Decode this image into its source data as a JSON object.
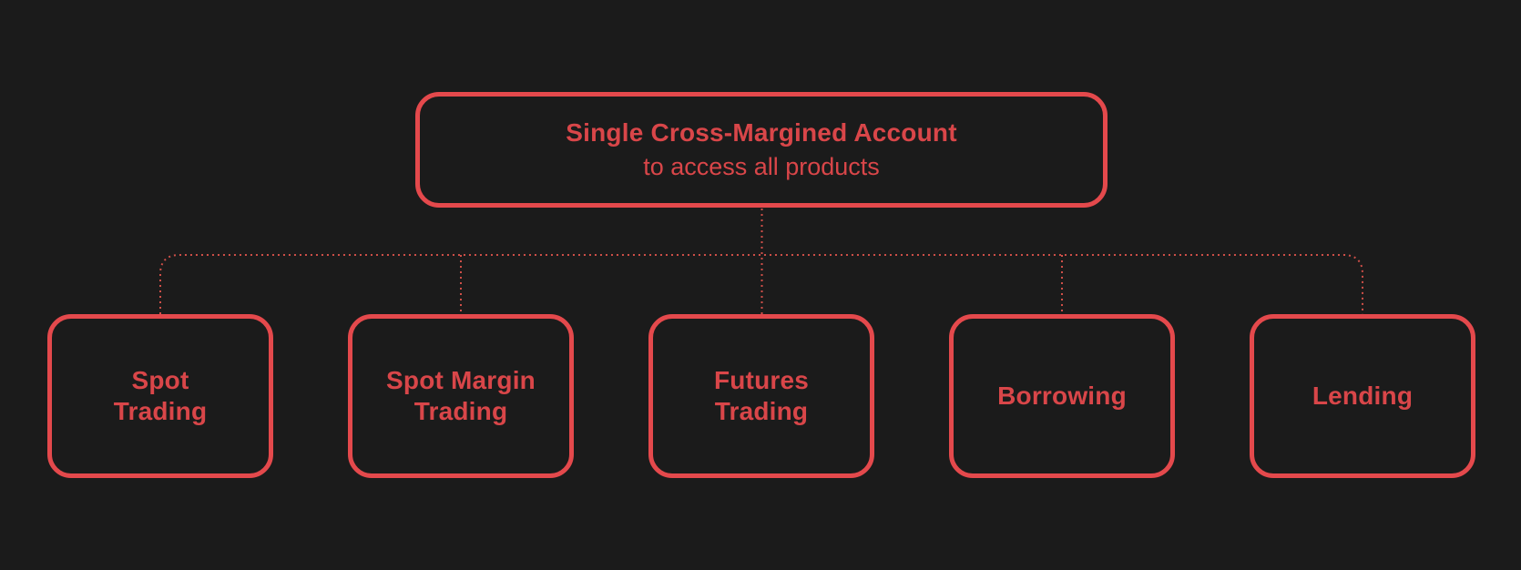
{
  "diagram": {
    "root": {
      "title": "Single Cross-Margined Account",
      "subtitle": "to access all products"
    },
    "children": [
      {
        "label": "Spot\nTrading"
      },
      {
        "label": "Spot Margin\nTrading"
      },
      {
        "label": "Futures\nTrading"
      },
      {
        "label": "Borrowing"
      },
      {
        "label": "Lending"
      }
    ],
    "colors": {
      "background": "#1b1b1b",
      "accent": "#e4494c",
      "text": "#d94649",
      "connector": "#cf4f48"
    }
  }
}
